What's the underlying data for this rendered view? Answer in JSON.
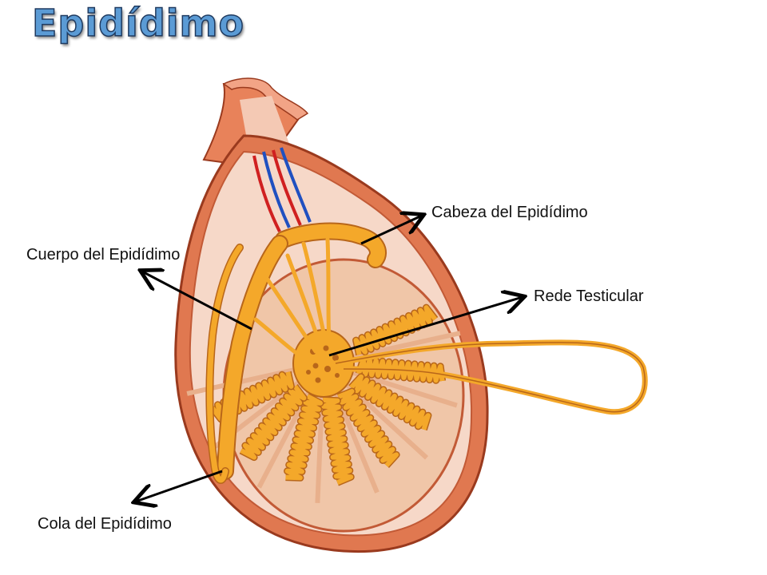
{
  "title": "Epidídimo",
  "labels": {
    "cabeza": "Cabeza del Epidídimo",
    "cuerpo": "Cuerpo del Epidídimo",
    "rede": "Rede Testicular",
    "cola": "Cola del Epidídimo"
  },
  "colors": {
    "title_fill": "#5b9bd5",
    "title_outline": "#1f3a5f",
    "tunica": "#e07850",
    "tunica_dark": "#b84a2a",
    "interior": "#f6d8c8",
    "tubule": "#f4a82a",
    "tubule_dark": "#b8661a",
    "septum": "#f1c7a6",
    "artery": "#d02020",
    "vein": "#2050c0",
    "arrow": "#000000"
  }
}
